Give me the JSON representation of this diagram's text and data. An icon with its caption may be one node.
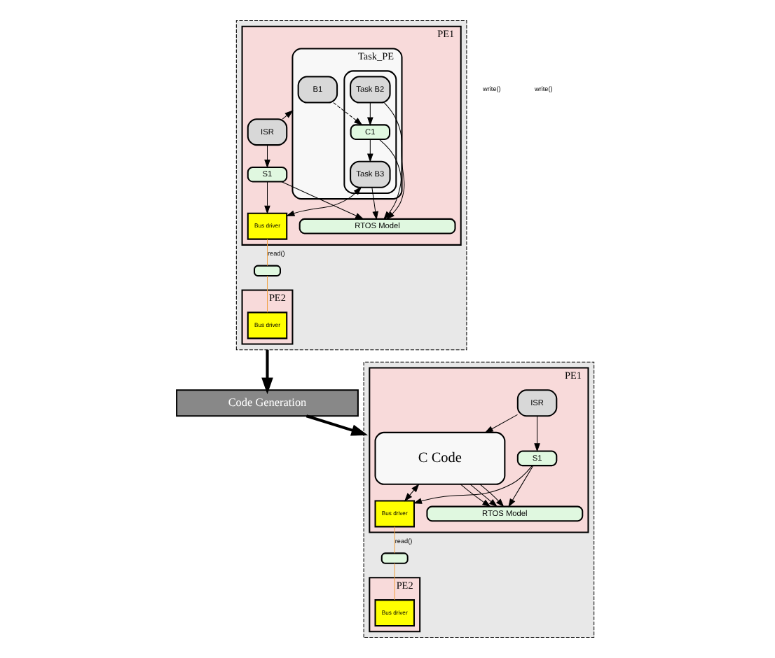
{
  "diagram": {
    "nodes": [
      {
        "text": [],
        "shape": "box"
      },
      {
        "text": [
          "PE1"
        ],
        "in": 0
      },
      {
        "text": [
          "Task_PE"
        ],
        "in": 1
      },
      {
        "text": [
          "B1"
        ],
        "in": 2
      },
      {
        "text": [],
        "shape": "box",
        "in": 2
      },
      {
        "text": [
          "Task B2"
        ],
        "in": 4
      },
      {
        "text": [
          "C1"
        ],
        "in": 4
      },
      {
        "text": [
          "Task B3"
        ],
        "in": 4
      },
      {
        "text": [
          "Bus driver"
        ],
        "in": 1
      },
      {
        "text": [
          "ISR"
        ],
        "in": 1
      },
      {
        "text": [
          "S1"
        ],
        "in": 1
      },
      {
        "text": [
          "RTOS Model"
        ],
        "in": 1
      },
      {
        "text": [],
        "shape": "box",
        "in": 0
      },
      {
        "text": [
          "PE2"
        ],
        "in": 0
      },
      {
        "text": [
          "Bus driver"
        ],
        "in": 13
      },
      {
        "text": [
          "Code Generation"
        ]
      },
      {
        "text": [],
        "shape": "box"
      },
      {
        "text": [
          "PE1"
        ],
        "in": 16
      },
      {
        "text": [
          "C Code"
        ],
        "in": 17
      },
      {
        "text": [
          "Bus driver"
        ],
        "in": 17
      },
      {
        "text": [
          "ISR"
        ],
        "in": 17
      },
      {
        "text": [
          "S1"
        ],
        "in": 17
      },
      {
        "text": [
          "RTOS Model"
        ],
        "in": 17
      },
      {
        "text": [],
        "shape": "box",
        "in": 16
      },
      {
        "text": [
          "PE2"
        ],
        "in": 16
      },
      {
        "text": [
          "Bus driver"
        ],
        "in": 24
      }
    ],
    "edges": [
      {
        "from": 3,
        "to": 6,
        "arrow": "to",
        "style": "dashed"
      },
      {
        "from": 5,
        "to": 6,
        "arrow": "to"
      },
      {
        "from": 6,
        "to": 7,
        "arrow": "to"
      },
      {
        "from": 7,
        "to": 8,
        "arrow": "both"
      },
      {
        "from": 5,
        "to": 11,
        "arrow": "to"
      },
      {
        "from": 6,
        "to": 11,
        "arrow": "to"
      },
      {
        "from": 7,
        "to": 11,
        "arrow": "to"
      },
      {
        "from": 9,
        "to": 2,
        "arrow": "to"
      },
      {
        "from": 9,
        "to": 10,
        "arrow": "to"
      },
      {
        "from": 10,
        "to": 8,
        "arrow": "to"
      },
      {
        "from": 10,
        "to": 11,
        "arrow": "to"
      },
      {
        "from": 8,
        "to": 12,
        "arrow": "none",
        "color": "#f0a040",
        "label": "read()"
      },
      {
        "from": 12,
        "to": 14,
        "arrow": "none",
        "color": "#f0a040"
      },
      {
        "from": 0,
        "to": 15,
        "arrow": "to",
        "style": "thick"
      },
      {
        "from": 15,
        "to": 16,
        "arrow": "to",
        "style": "thick"
      },
      {
        "from": 18,
        "to": 22,
        "arrow": "to"
      },
      {
        "from": 18,
        "to": 22,
        "arrow": "to"
      },
      {
        "from": 18,
        "to": 22,
        "arrow": "to"
      },
      {
        "from": 18,
        "to": 19,
        "arrow": "both"
      },
      {
        "from": 20,
        "to": 18,
        "arrow": "to"
      },
      {
        "from": 20,
        "to": 21,
        "arrow": "to"
      },
      {
        "from": 21,
        "to": 19,
        "arrow": "to"
      },
      {
        "from": 21,
        "to": 22,
        "arrow": "to"
      },
      {
        "from": 19,
        "to": 23,
        "arrow": "none",
        "color": "#f0a040",
        "label": "read()"
      },
      {
        "from": 23,
        "to": 25,
        "arrow": "none",
        "color": "#f0a040"
      }
    ],
    "labels": [
      "write()",
      "write()"
    ]
  }
}
